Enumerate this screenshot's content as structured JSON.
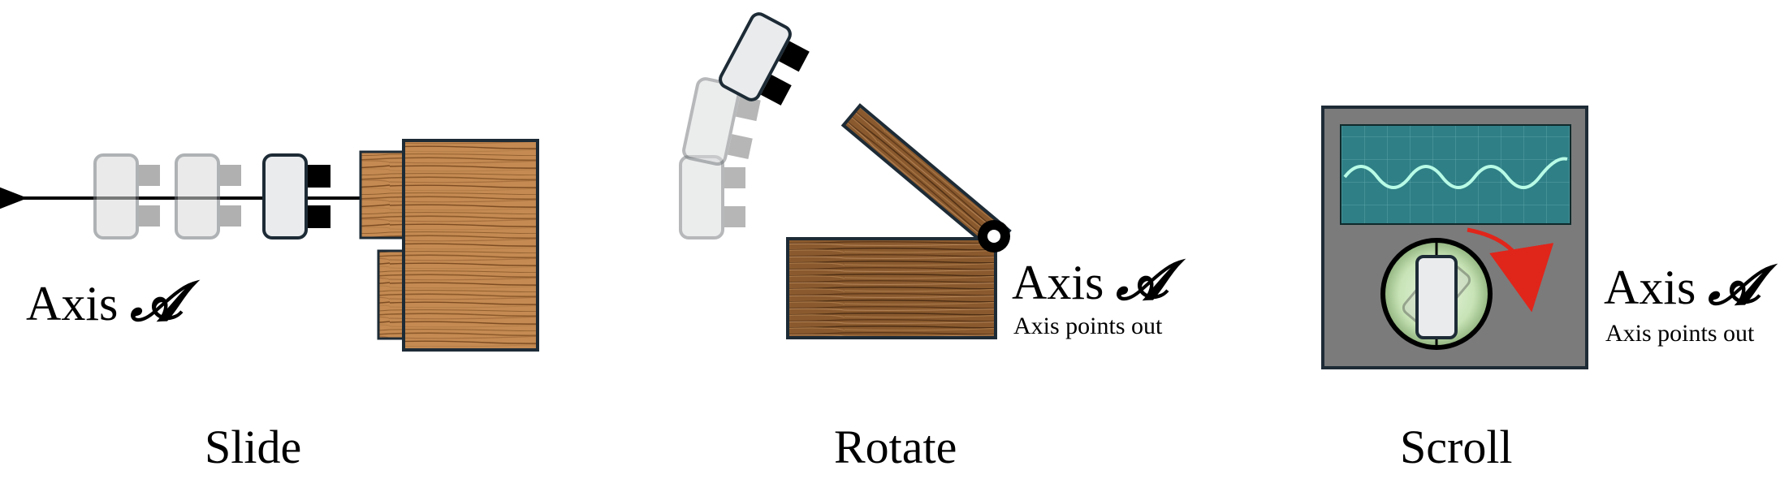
{
  "panels": [
    {
      "caption": "Slide",
      "axis_label": "Axis",
      "axis_symbol": "𝓐",
      "note": ""
    },
    {
      "caption": "Rotate",
      "axis_label": "Axis",
      "axis_symbol": "𝓐",
      "note": "Axis points out"
    },
    {
      "caption": "Scroll",
      "axis_label": "Axis",
      "axis_symbol": "𝓐",
      "note": "Axis points out"
    }
  ],
  "colors": {
    "wood_light": "#c98f55",
    "wood_dark": "#6e4521",
    "gripper_body": "#e9ebed",
    "gripper_ghost": "#d9dadb",
    "outline": "#1d2b36",
    "panel_gray": "#7b7b7b",
    "screen_teal": "#2f7f86",
    "signal": "#b8fbe6",
    "arrow_red": "#e0251b"
  },
  "icons": [
    "gripper-icon",
    "wooden-drawer-icon",
    "wooden-lid-icon",
    "hinge-icon",
    "oscilloscope-icon",
    "knob-icon",
    "arrow-icon"
  ]
}
